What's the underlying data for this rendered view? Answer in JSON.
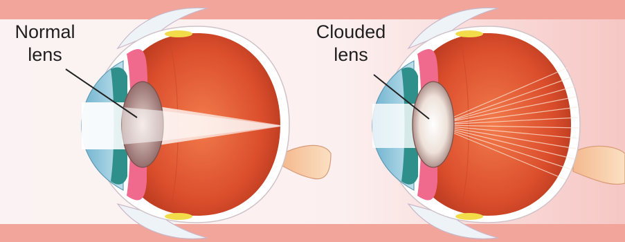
{
  "labels": {
    "normal_line1": "Normal",
    "normal_line2": "lens",
    "clouded_line1": "Clouded",
    "clouded_line2": "lens"
  },
  "eyes": [
    {
      "name": "normal-eye",
      "lens_state": "normal"
    },
    {
      "name": "clouded-eye",
      "lens_state": "clouded"
    }
  ],
  "colors": {
    "background_band": "#f2a59a",
    "background_panel": "#fbeeee",
    "eyeball_interior": "#d94a2a",
    "sclera_pink": "#f06a8e",
    "cornea_blue": "#8fc6dc",
    "iris_teal": "#2e8f8b",
    "lens_normal": "#c9a9a6",
    "lens_clouded": "#f3ece6",
    "optic_nerve": "#f7c9a0",
    "fat_yellow": "#f3dc4a"
  }
}
